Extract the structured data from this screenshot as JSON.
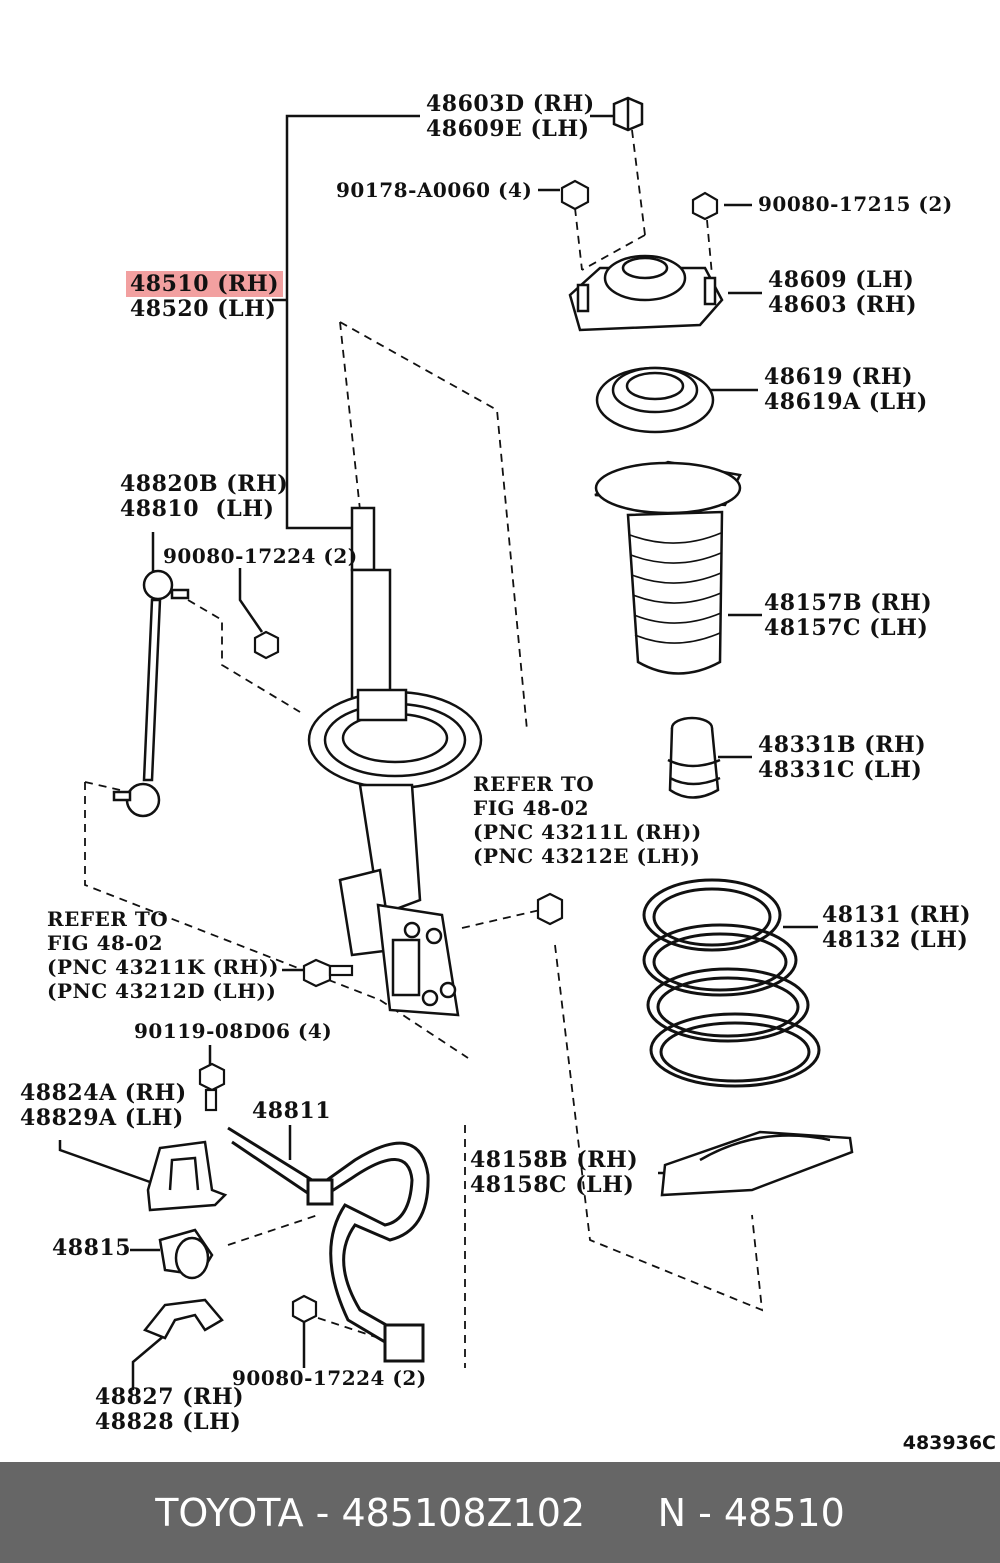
{
  "labels": {
    "top_nut": [
      "48603D (RH)",
      "48609E (LH)"
    ],
    "nut_a": "90178-A0060 (4)",
    "nut_b": "90080-17215 (2)",
    "strut_rh": "48510 (RH)",
    "strut_lh": "48520 (LH)",
    "support": [
      "48609 (LH)",
      "48603 (RH)"
    ],
    "bearing": [
      "48619 (RH)",
      "48619A (LH)"
    ],
    "link": [
      "48820B (RH)",
      "48810  (LH)"
    ],
    "link_nut": "90080-17224 (2)",
    "boot": [
      "48157B (RH)",
      "48157C (LH)"
    ],
    "bumper": [
      "48331B (RH)",
      "48331C (LH)"
    ],
    "refer_right": [
      "REFER TO",
      "FIG 48-02",
      "(PNC 43211L (RH))",
      "(PNC 43212E (LH))"
    ],
    "refer_left": [
      "REFER TO",
      "FIG 48-02",
      "(PNC 43211K (RH))",
      "(PNC 43212D (LH))"
    ],
    "spring": [
      "48131 (RH)",
      "48132 (LH)"
    ],
    "bolt": "90119-08D06 (4)",
    "bracket": [
      "48824A (RH)",
      "48829A (LH)"
    ],
    "stabilizer": "48811",
    "insulator": [
      "48158B (RH)",
      "48158C (LH)"
    ],
    "bushing": "48815",
    "nut_c": "90080-17224 (2)",
    "clamp": [
      "48827 (RH)",
      "48828 (LH)"
    ],
    "diagram_code": "483936C"
  },
  "footer": {
    "brand": "TOYOTA",
    "part_number": "485108Z102",
    "pnc_prefix": "N",
    "pnc": "48510"
  },
  "colors": {
    "highlight": "#f2a0a0",
    "footer_bg": "#666666",
    "line": "#111111"
  }
}
